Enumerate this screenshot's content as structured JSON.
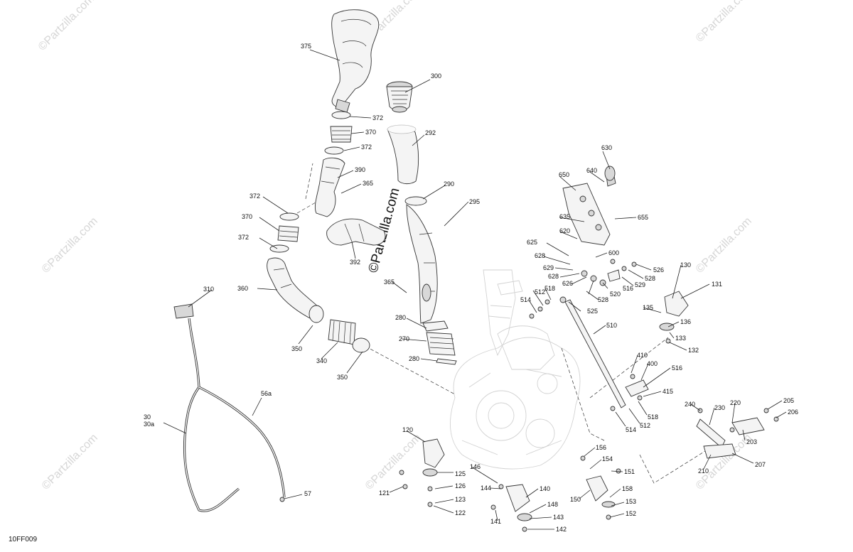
{
  "diagram": {
    "code": "10FF009",
    "watermark": "©Partzilla.com",
    "callouts": [
      "375",
      "300",
      "372",
      "370",
      "372",
      "292",
      "390",
      "365",
      "630",
      "640",
      "650",
      "290",
      "295",
      "372",
      "370",
      "372",
      "655",
      "635",
      "620",
      "625",
      "628",
      "600",
      "392",
      "629",
      "628",
      "526",
      "626",
      "528",
      "130",
      "529",
      "360",
      "365",
      "310",
      "514",
      "518",
      "512",
      "516",
      "131",
      "520",
      "528",
      "525",
      "135",
      "136",
      "280",
      "270",
      "510",
      "133",
      "350",
      "340",
      "132",
      "280",
      "410",
      "400",
      "516",
      "415",
      "350",
      "56a",
      "240",
      "230",
      "220",
      "205",
      "206",
      "518",
      "30",
      "30a",
      "514",
      "512",
      "203",
      "120",
      "156",
      "207",
      "154",
      "210",
      "146",
      "125",
      "151",
      "121",
      "126",
      "144",
      "140",
      "158",
      "57",
      "150",
      "123",
      "153",
      "148",
      "122",
      "141",
      "143",
      "152",
      "142"
    ]
  }
}
